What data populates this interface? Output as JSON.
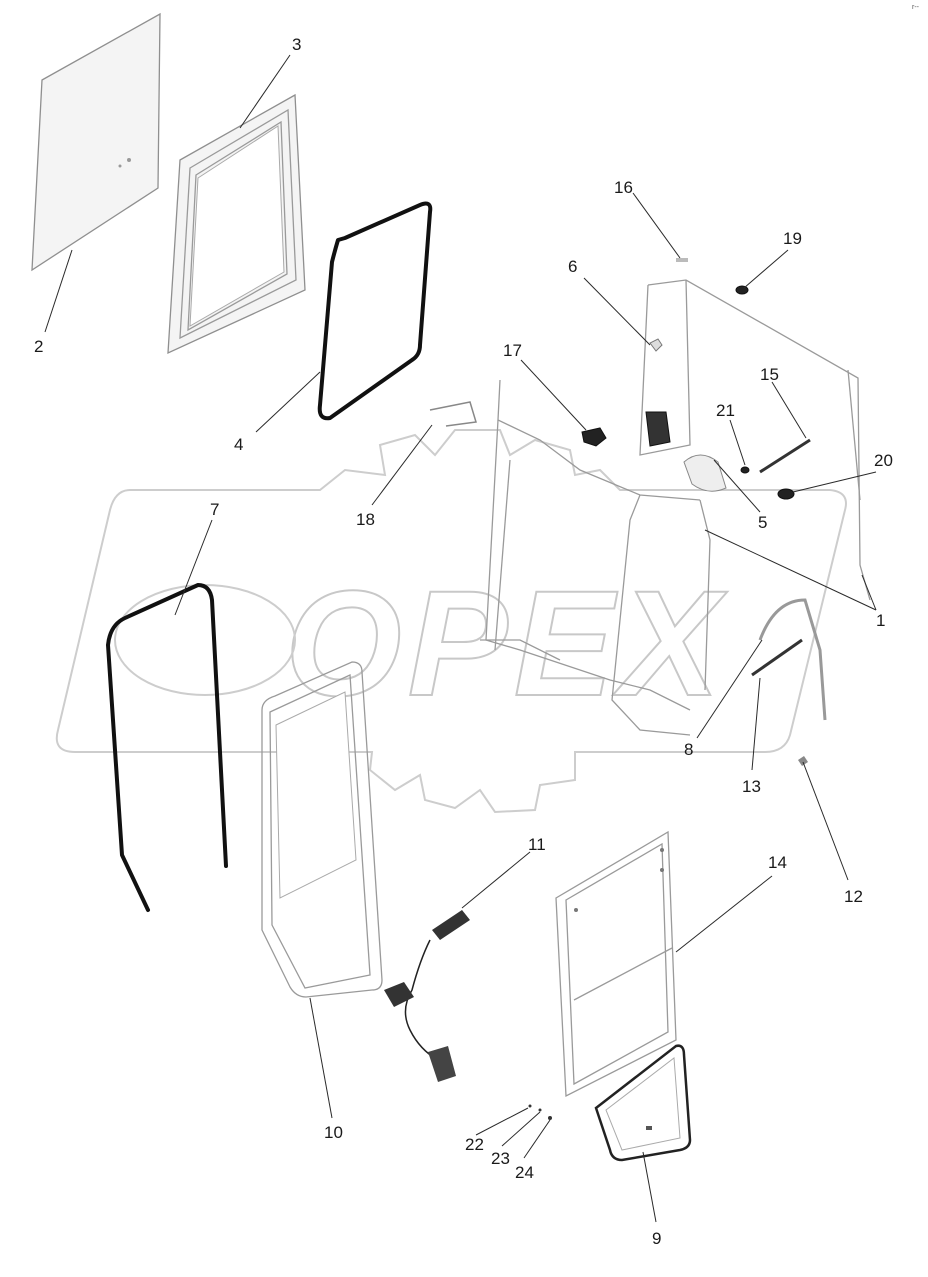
{
  "watermark": {
    "text": "OPEX"
  },
  "corner_mark": "r--",
  "callouts": [
    {
      "id": "c1",
      "text": "1"
    },
    {
      "id": "c2",
      "text": "2"
    },
    {
      "id": "c3",
      "text": "3"
    },
    {
      "id": "c4",
      "text": "4"
    },
    {
      "id": "c5",
      "text": "5"
    },
    {
      "id": "c6",
      "text": "6"
    },
    {
      "id": "c7",
      "text": "7"
    },
    {
      "id": "c8",
      "text": "8"
    },
    {
      "id": "c9",
      "text": "9"
    },
    {
      "id": "c10",
      "text": "10"
    },
    {
      "id": "c11",
      "text": "11"
    },
    {
      "id": "c12",
      "text": "12"
    },
    {
      "id": "c13",
      "text": "13"
    },
    {
      "id": "c14",
      "text": "14"
    },
    {
      "id": "c15",
      "text": "15"
    },
    {
      "id": "c16",
      "text": "16"
    },
    {
      "id": "c17",
      "text": "17"
    },
    {
      "id": "c18",
      "text": "18"
    },
    {
      "id": "c19",
      "text": "19"
    },
    {
      "id": "c20",
      "text": "20"
    },
    {
      "id": "c21",
      "text": "21"
    },
    {
      "id": "c22",
      "text": "22"
    },
    {
      "id": "c23",
      "text": "23"
    },
    {
      "id": "c24",
      "text": "24"
    }
  ]
}
